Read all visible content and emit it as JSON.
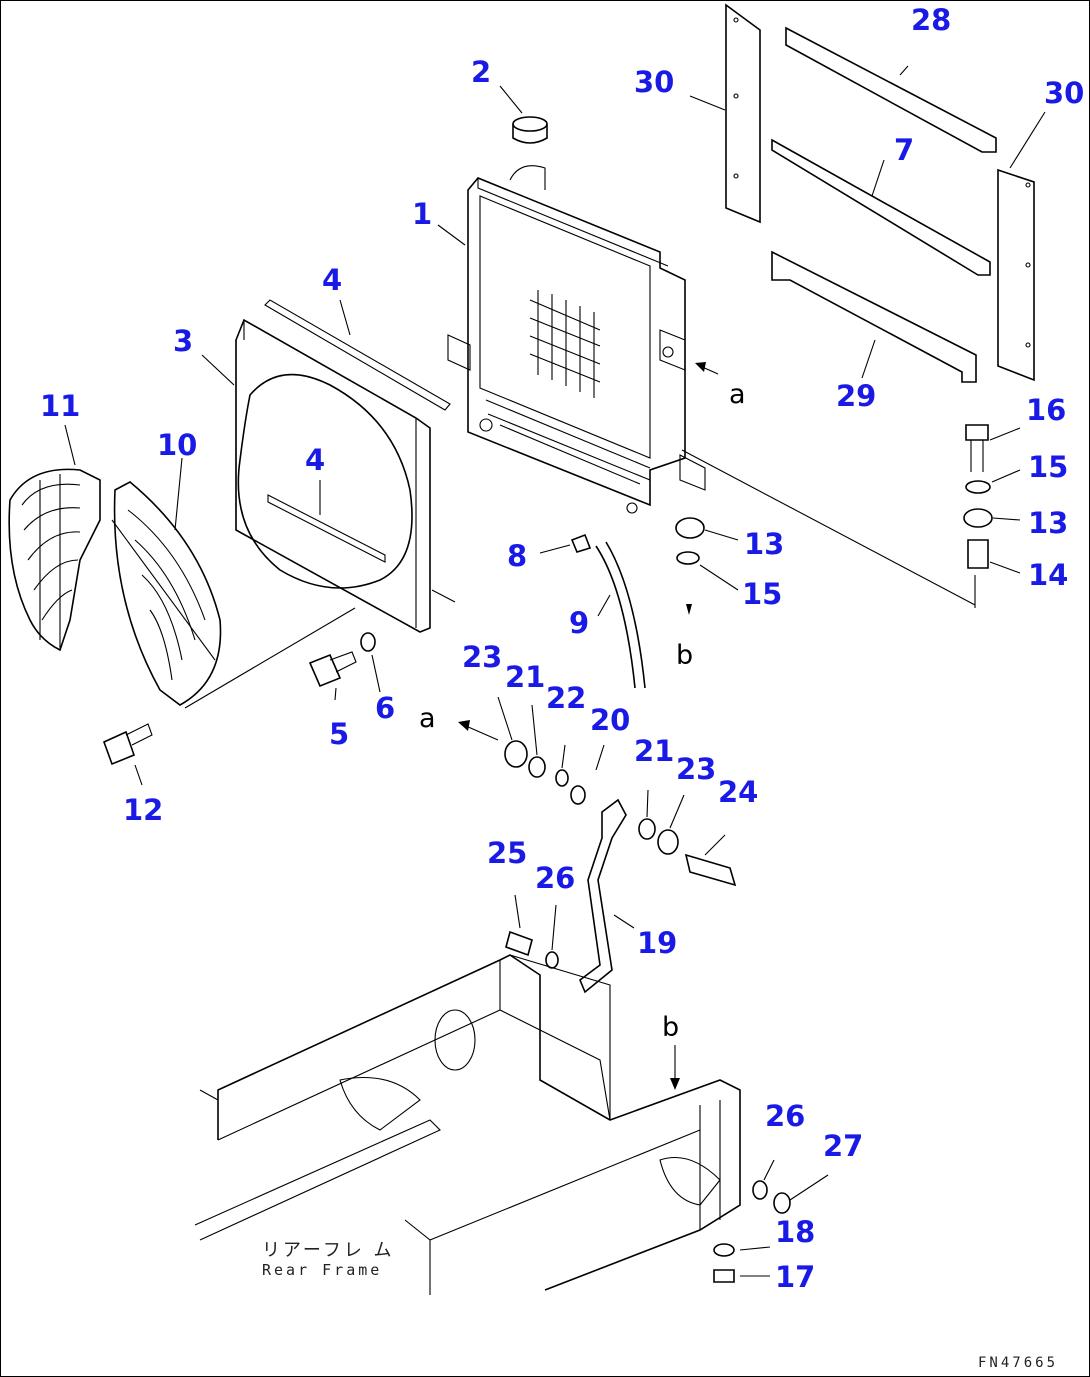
{
  "callouts": [
    "1",
    "2",
    "3",
    "4",
    "4",
    "5",
    "6",
    "7",
    "8",
    "9",
    "10",
    "11",
    "12",
    "13",
    "13",
    "14",
    "15",
    "15",
    "16",
    "17",
    "18",
    "19",
    "20",
    "21",
    "21",
    "22",
    "23",
    "23",
    "24",
    "25",
    "26",
    "26",
    "27",
    "28",
    "29",
    "30",
    "30"
  ],
  "view_letters": [
    "a",
    "a",
    "b",
    "b"
  ],
  "frame_label_jp": "リアーフレ ム",
  "frame_label_en": "Rear Frame",
  "drawing_code": "FN47665",
  "colors": {
    "callout": "#1a1ae6",
    "line": "#000000"
  }
}
